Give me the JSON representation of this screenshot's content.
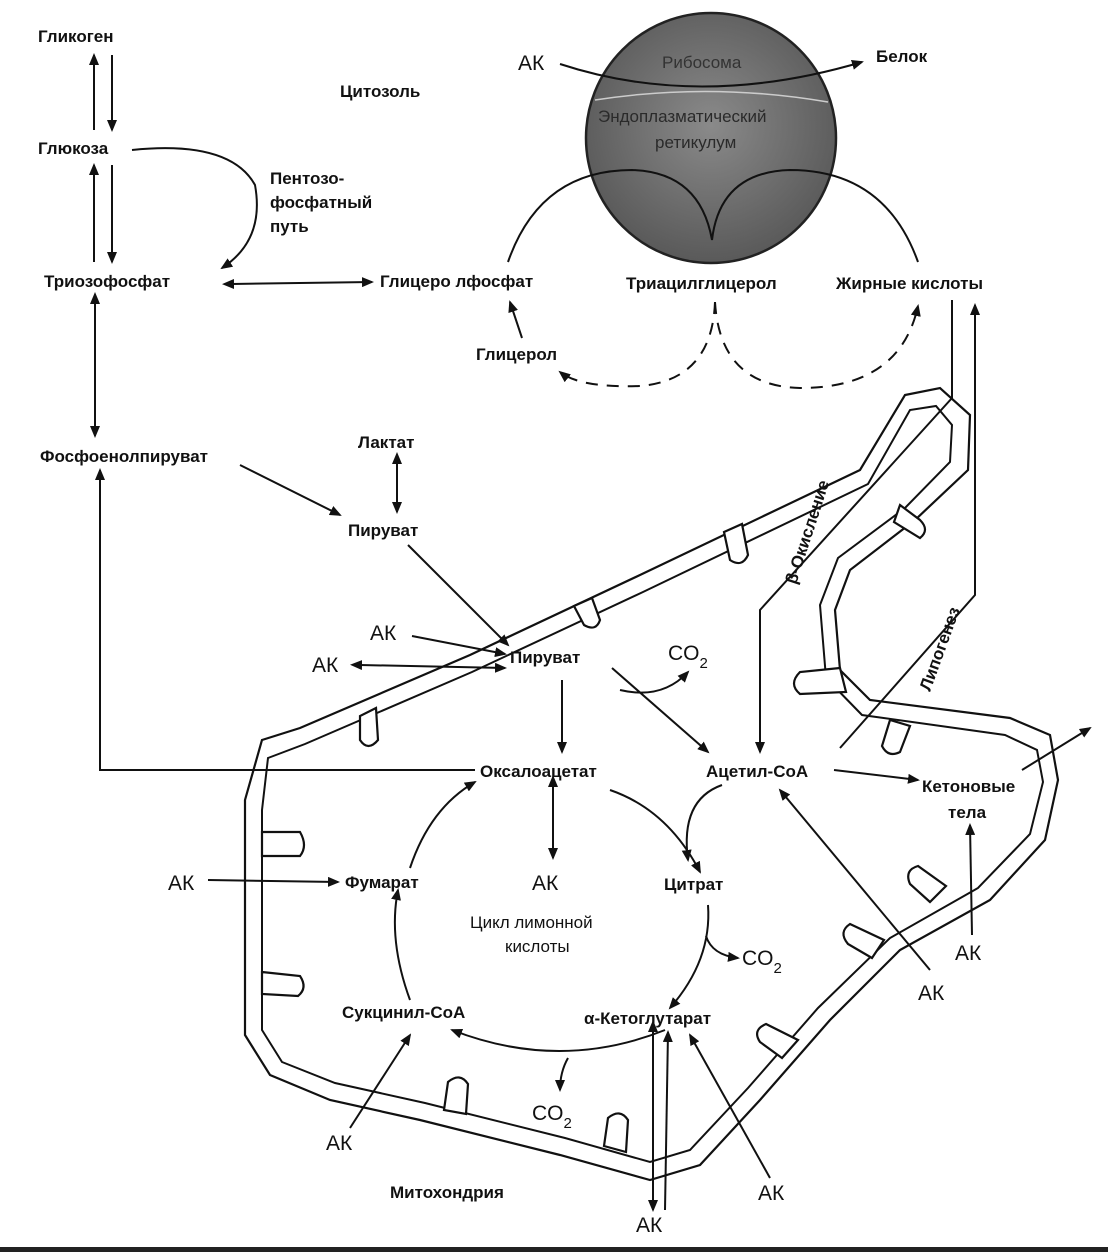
{
  "labels": {
    "glycogen": "Гликоген",
    "glucose": "Глюкоза",
    "cytosol": "Цитозоль",
    "pentose1": "Пентозо-",
    "pentose2": "фосфатный",
    "pentose3": "путь",
    "triose": "Триозофосфат",
    "glycerolphosphate": "Глицеро лфосфат",
    "triacylglycerol": "Триацилглицерол",
    "fattyacids": "Жирные кислоты",
    "glycerol": "Глицерол",
    "ak_top": "АК",
    "ribosome": "Рибосома",
    "protein": "Белок",
    "er1": "Эндоплазматический",
    "er2": "ретикулум",
    "pep": "Фосфоенолпируват",
    "lactate": "Лактат",
    "pyruvate_cyt": "Пируват",
    "beta_ox": "β-Окисление",
    "lipogenesis": "Липогенез",
    "ak_pyr1": "АК",
    "ak_pyr2": "АК",
    "pyruvate_mit": "Пируват",
    "co2_1": "CO",
    "co2_sub": "2",
    "oxaloacetate": "Оксалоацетат",
    "acetylcoa": "Ацетил-CoA",
    "ketone1": "Кетоновые",
    "ketone2": "тела",
    "ak_fum": "АК",
    "fumarate": "Фумарат",
    "ak_center": "АК",
    "citrate": "Цитрат",
    "cycle1": "Цикл лимонной",
    "cycle2": "кислоты",
    "co2_2": "CO",
    "succinylcoa": "Сукцинил-CoA",
    "akg": "α-Кетоглутарат",
    "ak_ket": "АК",
    "ak_acetyl": "АК",
    "co2_3": "CO",
    "ak_succ": "АК",
    "mitochondria": "Митохондрия",
    "ak_akg1": "АК",
    "ak_akg2": "АК"
  }
}
